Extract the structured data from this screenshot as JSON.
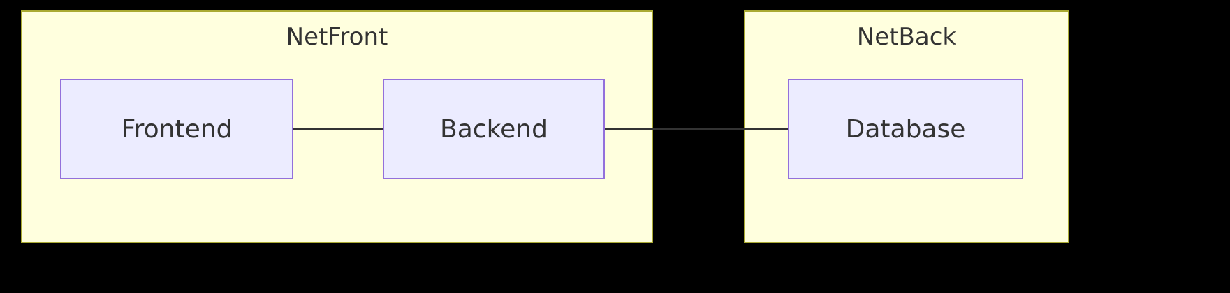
{
  "diagram": {
    "type": "flowchart",
    "direction": "left-right",
    "clusters": [
      {
        "id": "netfront",
        "label": "NetFront",
        "nodes": [
          "frontend",
          "backend"
        ]
      },
      {
        "id": "netback",
        "label": "NetBack",
        "nodes": [
          "database"
        ]
      }
    ],
    "nodes": [
      {
        "id": "frontend",
        "label": "Frontend",
        "cluster": "NetFront"
      },
      {
        "id": "backend",
        "label": "Backend",
        "cluster": "NetFront"
      },
      {
        "id": "database",
        "label": "Database",
        "cluster": "NetBack"
      }
    ],
    "edges": [
      {
        "from": "Frontend",
        "to": "Backend",
        "style": "solid",
        "arrow": "none"
      },
      {
        "from": "Backend",
        "to": "Database",
        "style": "solid",
        "arrow": "none"
      }
    ],
    "colors": {
      "background": "#000000",
      "cluster_fill": "#ffffde",
      "cluster_border": "#aaaa33",
      "node_fill": "#ececff",
      "node_border": "#9370db",
      "edge": "#333333",
      "text": "#333333"
    }
  }
}
